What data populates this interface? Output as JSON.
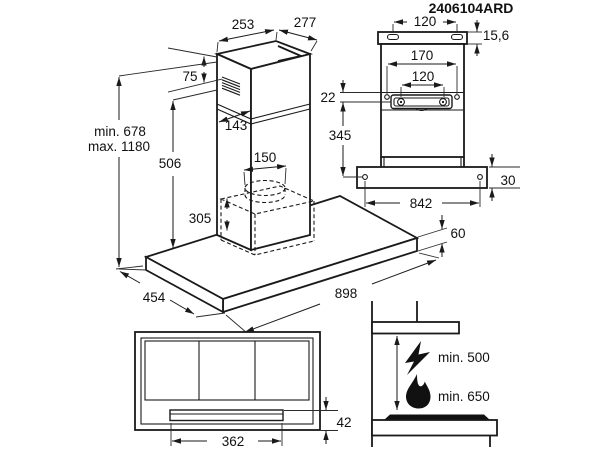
{
  "title": "2406104ARD",
  "front_view": {
    "top_depth": "253",
    "top_width": "277",
    "vent_offset": "75",
    "upper_duct_depth": "143",
    "height_min": "min. 678",
    "height_max": "max. 1180",
    "lower_section": "506",
    "duct_diameter": "150",
    "motor_height": "305",
    "body_depth": "454",
    "body_width": "898",
    "body_thickness": "60"
  },
  "rear_view": {
    "slot_spacing": "120",
    "flange_height": "15,6",
    "hole_spacing": "170",
    "screw_spacing": "120",
    "bracket_offset": "22",
    "bracket_to_holes": "345",
    "base_hole_spacing": "842",
    "base_height": "30"
  },
  "bottom_view": {
    "handle_width": "362",
    "handle_offset": "42"
  },
  "clearance": {
    "electric": "min. 500",
    "gas": "min. 650"
  },
  "colors": {
    "line": "#1a1a1a",
    "background": "#ffffff"
  }
}
